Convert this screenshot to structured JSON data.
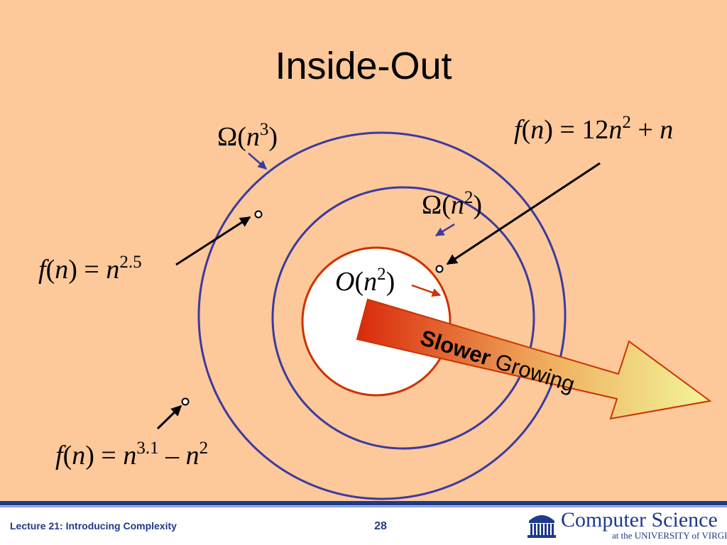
{
  "slide": {
    "title": "Inside-Out"
  },
  "labels": {
    "omega_n3": {
      "symbol": "Ω",
      "open": "(",
      "var": "n",
      "exp": "3",
      "close": ")"
    },
    "omega_n2": {
      "symbol": "Ω",
      "open": "(",
      "var": "n",
      "exp": "2",
      "close": ")"
    },
    "big_o_n2": {
      "symbol": "O",
      "open": "(",
      "var": "n",
      "exp": "2",
      "close": ")"
    },
    "f_12n2": {
      "f": "f",
      "open": "(",
      "var": "n",
      "mid": ") = 12",
      "var2": "n",
      "exp": "2",
      "tail": " + ",
      "var3": "n"
    },
    "f_n25": {
      "f": "f",
      "open": "(",
      "var": "n",
      "mid": ") = ",
      "var2": "n",
      "exp": "2.5"
    },
    "f_n31": {
      "f": "f",
      "open": "(",
      "var": "n",
      "mid": ") = ",
      "var2": "n",
      "exp": "3.1",
      "tail": " – ",
      "var3": "n",
      "exp2": "2"
    }
  },
  "arrow": {
    "bold_text": "Slower",
    "text": " Growing"
  },
  "colors": {
    "background": "#FDC89A",
    "outer_circle": "#3B3A9E",
    "inner_circle": "#CC3300",
    "arrow_start": "#D92A0A",
    "arrow_end": "#F2F59A"
  },
  "footer": {
    "lecture": "Lecture 21: Introducing Complexity",
    "page": "28",
    "logo_main": "Computer Science",
    "logo_sub": "at the UNIVERSITY of VIRGINIA"
  }
}
